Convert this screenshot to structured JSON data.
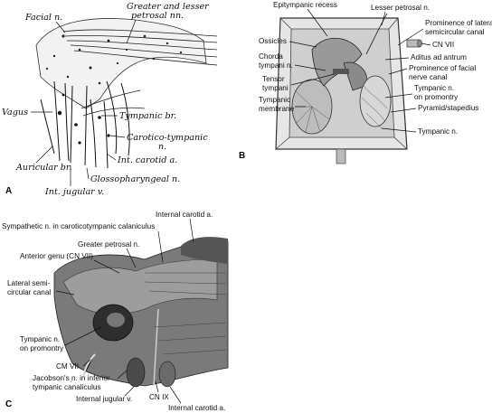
{
  "panel_a": {
    "letter": "A",
    "labels": {
      "facial": "Facial n.",
      "petrosal_1": "Greater and lesser",
      "petrosal_2": "petrosal nn.",
      "vagus": "Vagus",
      "tympanic_br": "Tympanic br.",
      "carotico_1": "Carotico-tympanic",
      "carotico_2": "n.",
      "int_carotid": "Int. carotid a.",
      "auricular": "Auricular br.",
      "glosso": "Glossopharyngeal n.",
      "jugular": "Int. jugular v."
    }
  },
  "panel_b": {
    "letter": "B",
    "labels": {
      "epitympanic": "Epitympanic recess",
      "lesser_petrosal": "Lesser petrosal n.",
      "prom_lateral_1": "Prominence of lateral",
      "prom_lateral_2": "semicircular canal",
      "cn7": "CN VII",
      "ossicles": "Ossicles",
      "chorda_1": "Chorda",
      "chorda_2": "tympani n.",
      "aditus": "Aditus ad antrum",
      "prom_facial_1": "Prominence of facial",
      "prom_facial_2": "nerve canal",
      "tensor_1": "Tensor",
      "tensor_2": "tympani",
      "tymp_prom_1": "Tympanic n.",
      "tymp_prom_2": "on promontry",
      "tymp_membrane_1": "Tympanic",
      "tymp_membrane_2": "membrane",
      "pyramid": "Pyramid/stapedius",
      "tympanic_n": "Tympanic n."
    }
  },
  "panel_c": {
    "letter": "C",
    "labels": {
      "int_carotid_top": "Internal carotid a.",
      "sympathetic": "Sympathetic n. in caroticotympanic calaniculus",
      "greater_petrosal": "Greater petrosal n.",
      "anterior_genu": "Anterior genu (CN VII)",
      "lat_semi_1": "Lateral semi-",
      "lat_semi_2": "circular canal",
      "tymp_prom_1": "Tympanic n.",
      "tymp_prom_2": "on promontry",
      "cn7": "CM VII",
      "jacobson_1": "Jacobson's n. in inferior",
      "jacobson_2": "tympanic canaliculus",
      "int_jugular": "Internal jugular v.",
      "cn9": "CN IX",
      "int_carotid_bottom": "Internal carotid a."
    }
  }
}
